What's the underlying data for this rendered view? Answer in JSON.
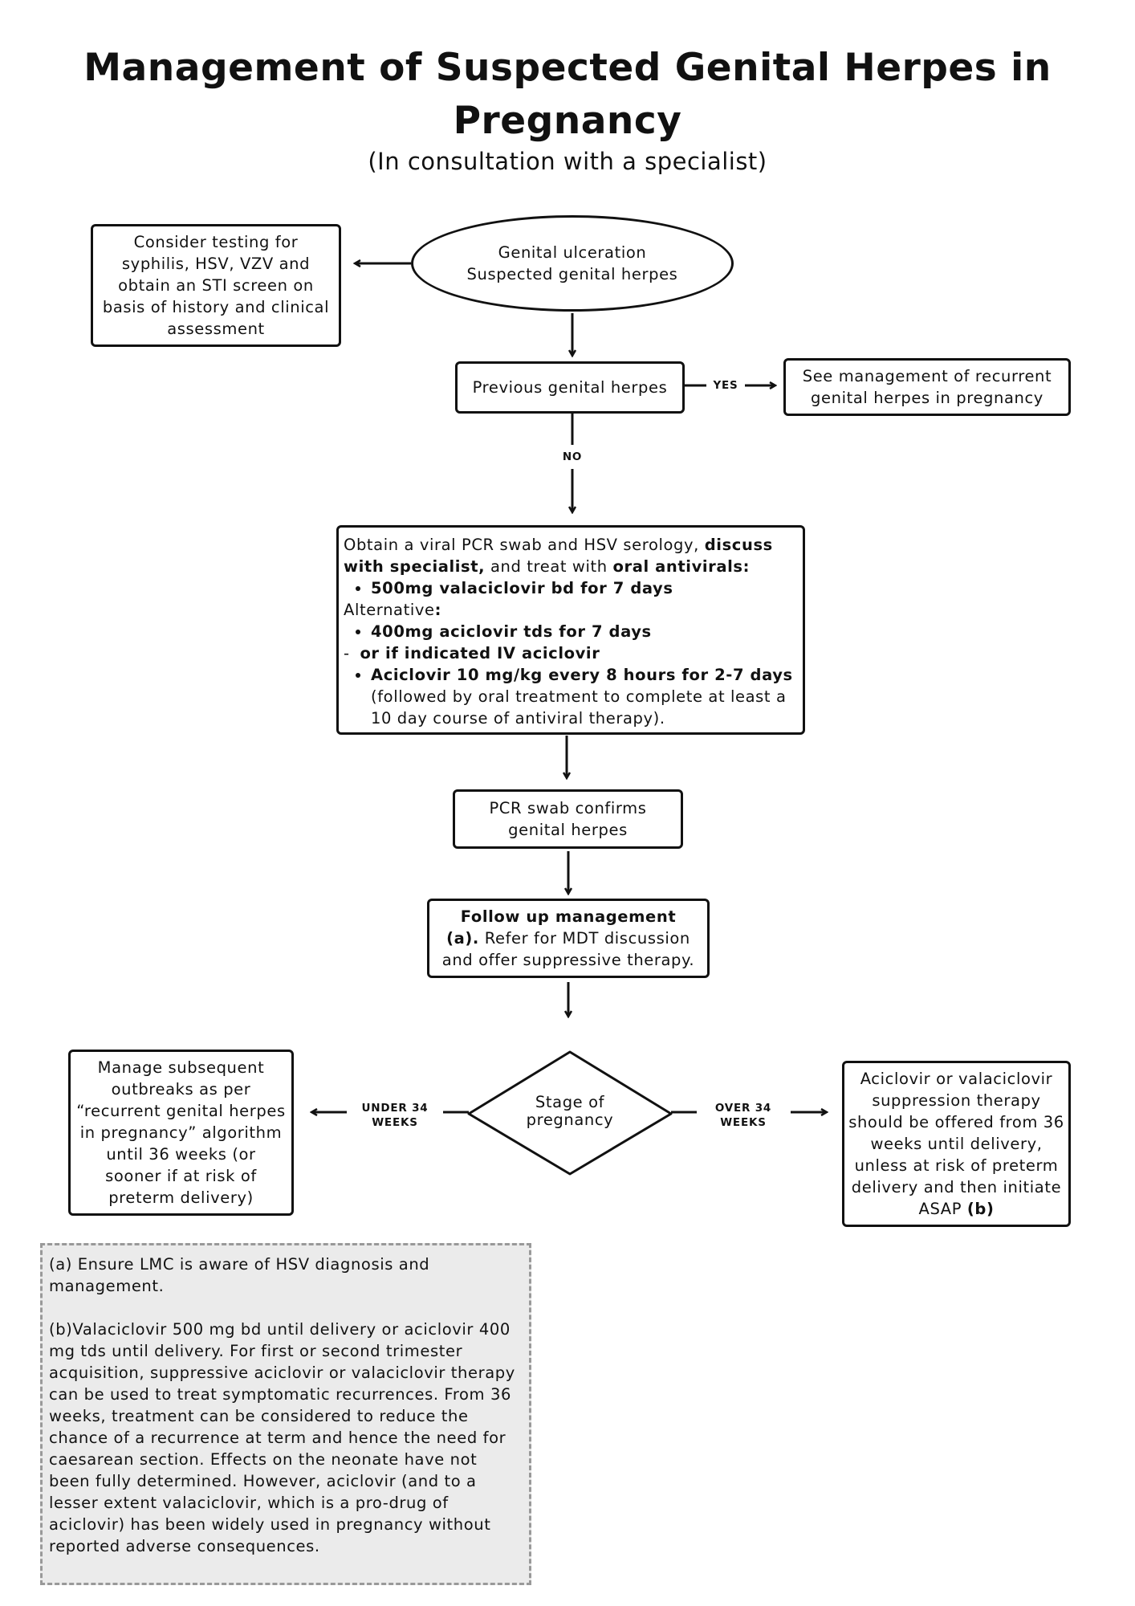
{
  "header": {
    "title": "Management of Suspected Genital Herpes in Pregnancy",
    "subtitle": "(In consultation with a specialist)"
  },
  "nodes": {
    "start": {
      "line1": "Genital ulceration",
      "line2": "Suspected genital herpes"
    },
    "testing": "Consider testing for syphilis, HSV, VZV and obtain an STI screen on basis of history and clinical assessment",
    "previous": "Previous genital herpes",
    "recurrent_ref": "See management of recurrent genital herpes in pregnancy",
    "treatment": {
      "intro_a": "Obtain a viral PCR swab and HSV serology, ",
      "intro_b": "discuss with specialist,",
      "intro_c": " and treat with ",
      "intro_d": "oral antivirals:",
      "bullet1": "500mg valaciclovir bd for 7 days",
      "alt_label": "Alternative",
      "alt_colon": ":",
      "bullet2": "400mg aciclovir tds for 7 days",
      "dash_mark": "- ",
      "dash_text": "or if indicated IV aciclovir",
      "bullet3": "Aciclovir 10 mg/kg every 8 hours for 2-7 days",
      "followup": "(followed by oral treatment to complete at least a 10 day course of antiviral therapy)."
    },
    "pcr": "PCR swab confirms genital herpes",
    "followup": {
      "heading": "Follow up management",
      "ref": "(a).",
      "text": " Refer for MDT discussion and offer suppressive therapy."
    },
    "stage": {
      "line1": "Stage of",
      "line2": "pregnancy"
    },
    "under34": "Manage subsequent outbreaks as per “recurrent genital herpes in pregnancy” algorithm until 36 weeks (or sooner if at risk of preterm delivery)",
    "over34": {
      "text": "Aciclovir or valaciclovir suppression therapy should be offered from 36 weeks until delivery, unless at risk of preterm delivery and then initiate ASAP ",
      "ref": "(b)"
    }
  },
  "edge_labels": {
    "yes": "YES",
    "no": "NO",
    "under34_l1": "UNDER 34",
    "under34_l2": "WEEKS",
    "over34_l1": "OVER 34",
    "over34_l2": "WEEKS"
  },
  "notes": {
    "a": "(a) Ensure LMC is aware of HSV diagnosis and management.",
    "b": "(b)Valaciclovir 500 mg bd until delivery or aciclovir 400 mg tds until delivery. For first or second trimester acquisition, suppressive aciclovir or valaciclovir therapy can be used to treat symptomatic recurrences. From 36 weeks, treatment can be considered to reduce the chance of a recurrence at term and hence the need for caesarean section. Effects on the neonate have not been fully determined. However, aciclovir (and to a lesser extent valaciclovir, which is a pro-drug of aciclovir) has been widely used in pregnancy without reported adverse consequences."
  }
}
